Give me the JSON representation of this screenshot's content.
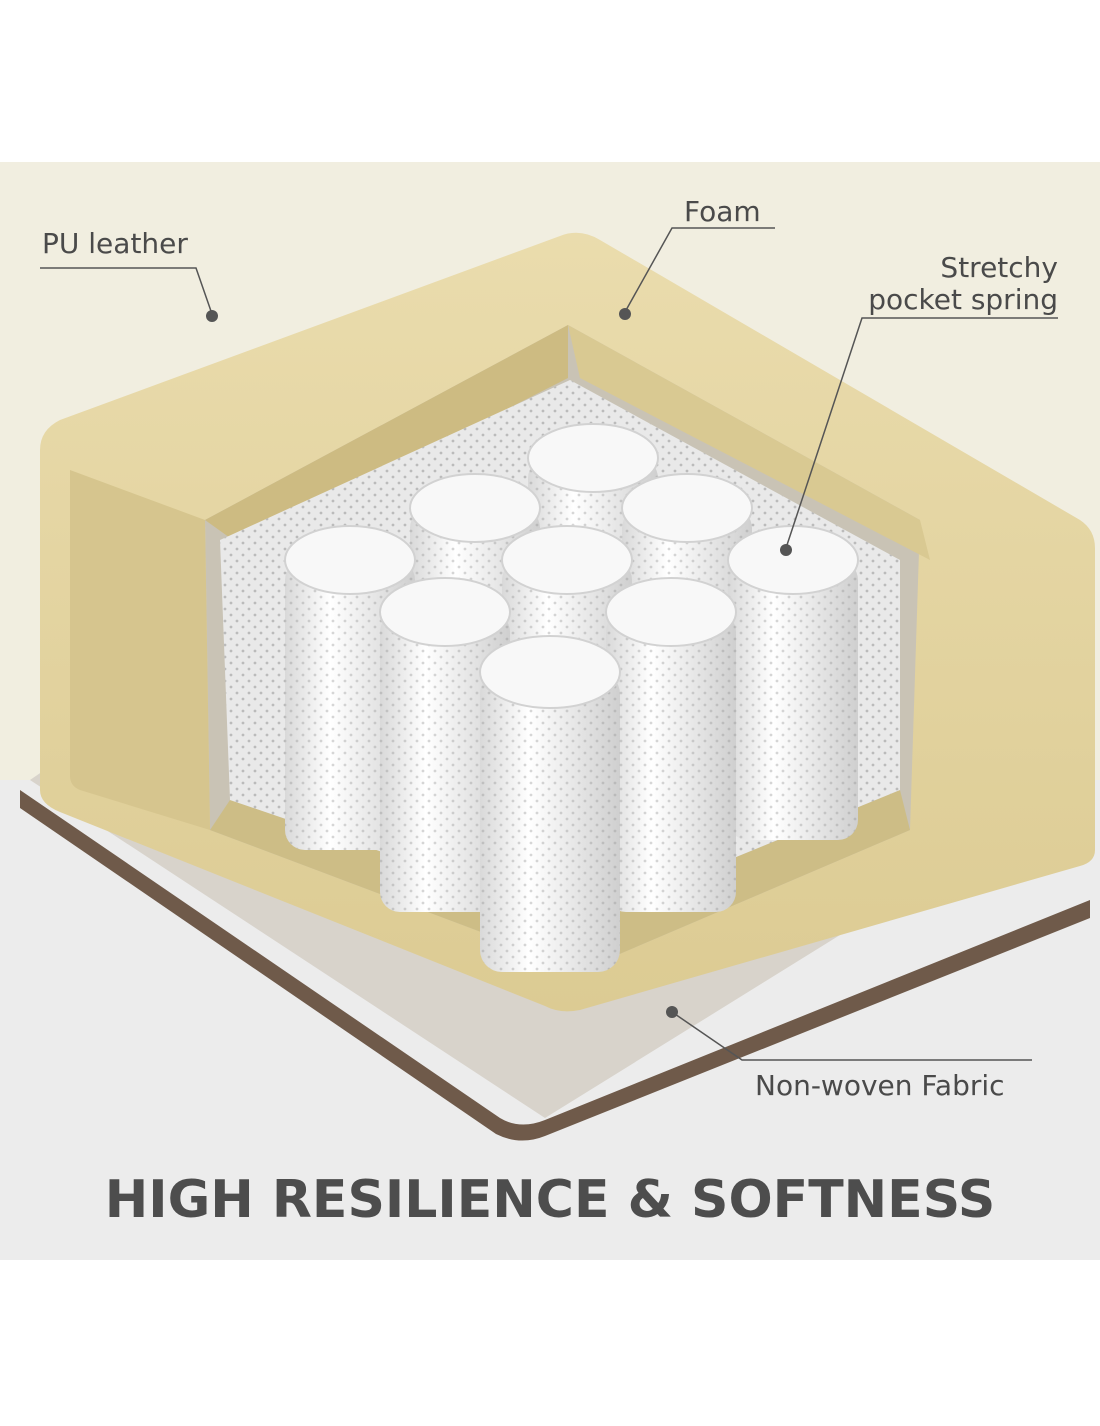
{
  "labels": {
    "pu_leather": "PU leather",
    "foam": "Foam",
    "stretchy_line1": "Stretchy",
    "stretchy_line2": "pocket spring",
    "non_woven": "Non-woven Fabric"
  },
  "headline": "HIGH RESILIENCE & SOFTNESS",
  "colors": {
    "page_background": "#ffffff",
    "panel_cream": "#f1eee0",
    "panel_grey": "#ececec",
    "foam": "#e6d8a6",
    "foam_shadow": "#cdbd86",
    "spring": "#f4f4f4",
    "fabric": "#d8d3cb",
    "text": "#4a4a4a"
  },
  "icons": [
    "pointer-dot-icon"
  ]
}
